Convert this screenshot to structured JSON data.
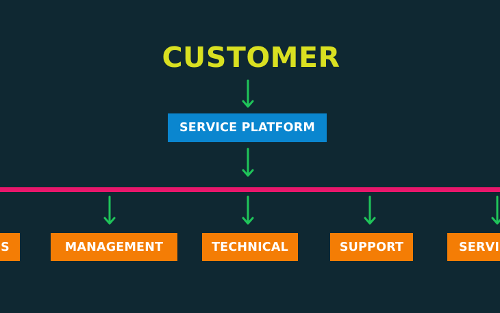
{
  "diagram": {
    "title": "CUSTOMER",
    "platform": {
      "label": "SERVICE PLATFORM"
    },
    "departments": [
      {
        "label": "ES"
      },
      {
        "label": "MANAGEMENT"
      },
      {
        "label": "TECHNICAL"
      },
      {
        "label": "SUPPORT"
      },
      {
        "label": "SERVIC"
      }
    ]
  },
  "colors": {
    "background": "#0f2832",
    "title": "#d9e021",
    "platform_box": "#0a86cf",
    "department_box": "#f47d05",
    "bus_line": "#e8176b",
    "arrow": "#1fc45a"
  }
}
